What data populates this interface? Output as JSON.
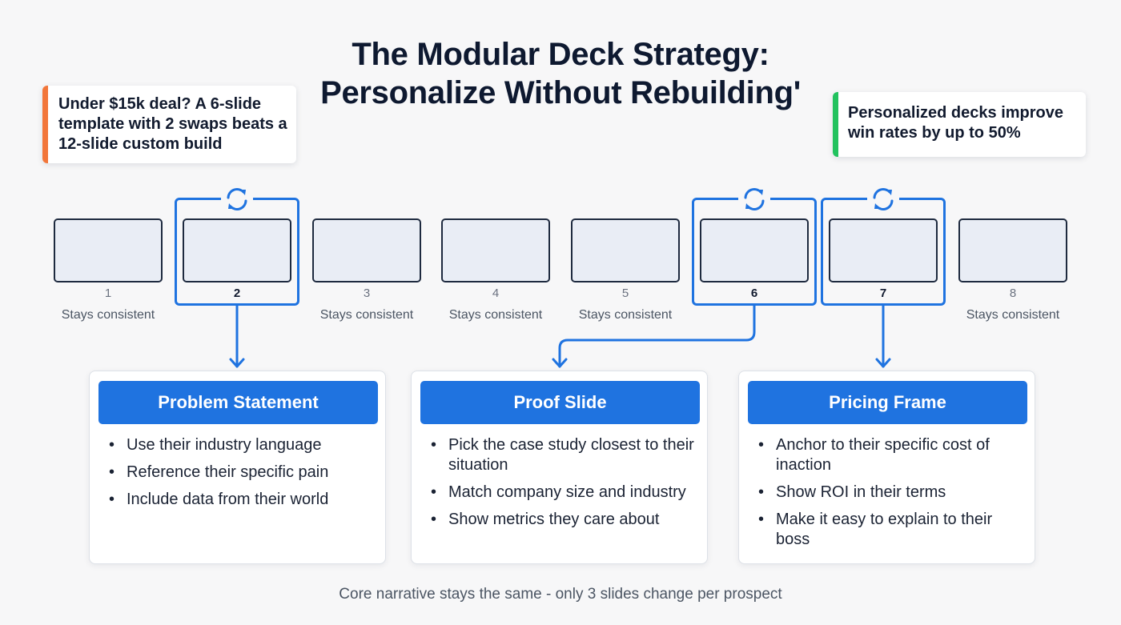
{
  "title": {
    "line1": "The Modular Deck Strategy:",
    "line2": "Personalize Without Rebuilding'"
  },
  "callouts": {
    "left": "Under $15k deal? A 6-slide template with 2 swaps beats a 12-slide custom build",
    "right": "Personalized decks improve win rates by up to 50%"
  },
  "colors": {
    "accent": "#1f73e0",
    "left_callout_bar": "#f2763a",
    "right_callout_bar": "#22c25e"
  },
  "slides": [
    {
      "number": "1",
      "caption": "Stays consistent",
      "swappable": false
    },
    {
      "number": "2",
      "caption": "",
      "swappable": true
    },
    {
      "number": "3",
      "caption": "Stays consistent",
      "swappable": false
    },
    {
      "number": "4",
      "caption": "Stays consistent",
      "swappable": false
    },
    {
      "number": "5",
      "caption": "Stays consistent",
      "swappable": false
    },
    {
      "number": "6",
      "caption": "",
      "swappable": true
    },
    {
      "number": "7",
      "caption": "",
      "swappable": true
    },
    {
      "number": "8",
      "caption": "Stays consistent",
      "swappable": false
    }
  ],
  "swap_icon": "refresh-icon",
  "cards": [
    {
      "title": "Problem Statement",
      "items": [
        "Use their industry language",
        "Reference their specific pain",
        "Include data from their world"
      ]
    },
    {
      "title": "Proof Slide",
      "items": [
        "Pick the case study closest to their situation",
        "Match company size and industry",
        "Show metrics they care about"
      ]
    },
    {
      "title": "Pricing Frame",
      "items": [
        "Anchor to their specific cost of inaction",
        "Show ROI in their terms",
        "Make it easy to explain to their boss"
      ]
    }
  ],
  "footer": "Core narrative stays the same - only 3 slides change per prospect"
}
